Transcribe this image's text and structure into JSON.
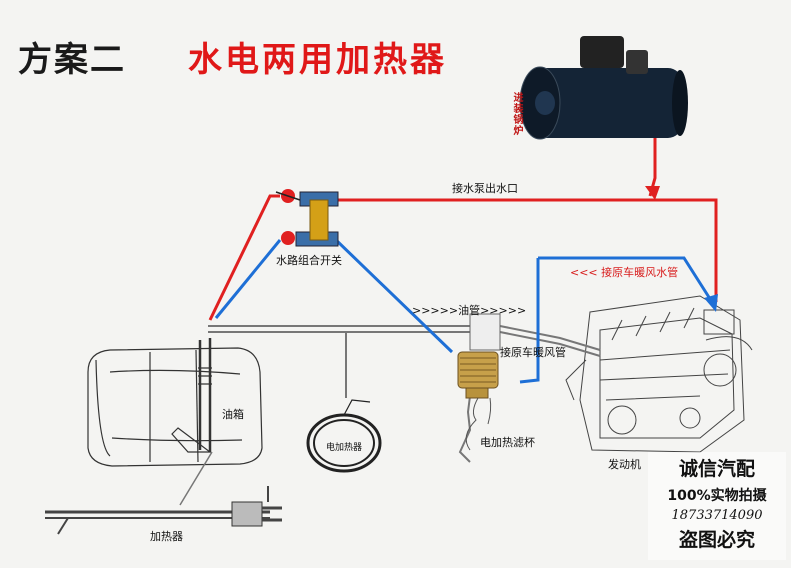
{
  "title": {
    "main": "方案二",
    "sub": "水电两用加热器"
  },
  "labels": {
    "boiler": "进装锅炉",
    "pump_outlet": "接水泵出水口",
    "valve_combo": "水路组合开关",
    "original_heater": "<<< 接原车暖风水管",
    "fuel_pipe": ">>>>>油管>>>>>",
    "heater_pipe": "接原车暖风管",
    "fuel_tank": "油箱",
    "coil_heater": "电加热器",
    "filter_cup": "电加热滤杯",
    "engine": "发动机",
    "heater_rod": "加热器"
  },
  "watermark": {
    "line1": "诚信汽配",
    "line2": "100%实物拍摄",
    "line3": "18733714090",
    "line4": "盗图必究"
  },
  "colors": {
    "hot_pipe": "#e02020",
    "cold_pipe": "#1e6fd6",
    "title_accent": "#e01818"
  }
}
